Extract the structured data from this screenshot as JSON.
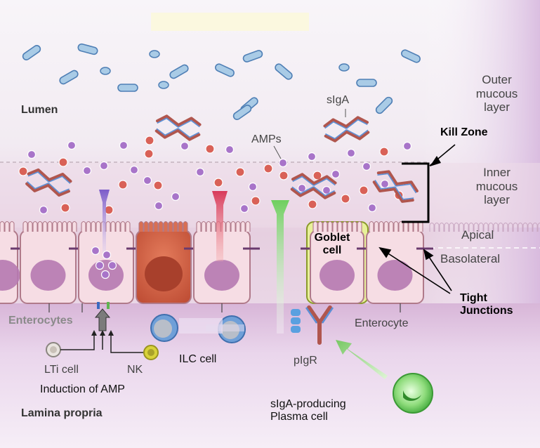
{
  "regions": {
    "lumen": "Lumen",
    "outer_mucous": "Outer\nmucous\nlayer",
    "inner_mucous": "Inner\nmucous\nlayer",
    "kill_zone": "Kill Zone",
    "apical": "Apical",
    "basolateral": "Basolateral",
    "lamina_propria": "Lamina propria"
  },
  "molecules": {
    "siga": "sIgA",
    "amps": "AMPs",
    "pigr": "pIgR"
  },
  "cells": {
    "goblet": "Goblet\ncell",
    "enterocytes": "Enterocytes",
    "enterocyte": "Enterocyte",
    "tight_junctions": "Tight\nJunctions",
    "lti": "LTi cell",
    "nk": "NK",
    "ilc": "ILC cell",
    "plasma": "sIgA-producing\nPlasma cell"
  },
  "processes": {
    "induction": "Induction of AMP"
  },
  "colors": {
    "lumen_bg": "#f7f3f8",
    "mucus_pink": "#ecd7e6",
    "cell_fill": "#f6dde4",
    "cell_edge": "#b07a8a",
    "nucleus": "#b679b0",
    "red_cell": "#d0684c",
    "goblet": "#e8f09a",
    "bacteria": "#a9cbe6",
    "amp_purple": "#a874c9",
    "amp_red": "#d96157",
    "arrow_green": "#7fcf70",
    "arrow_red": "#d94a6a",
    "arrow_purple": "#8a6bcf",
    "lamina": "#e9d3ec"
  }
}
